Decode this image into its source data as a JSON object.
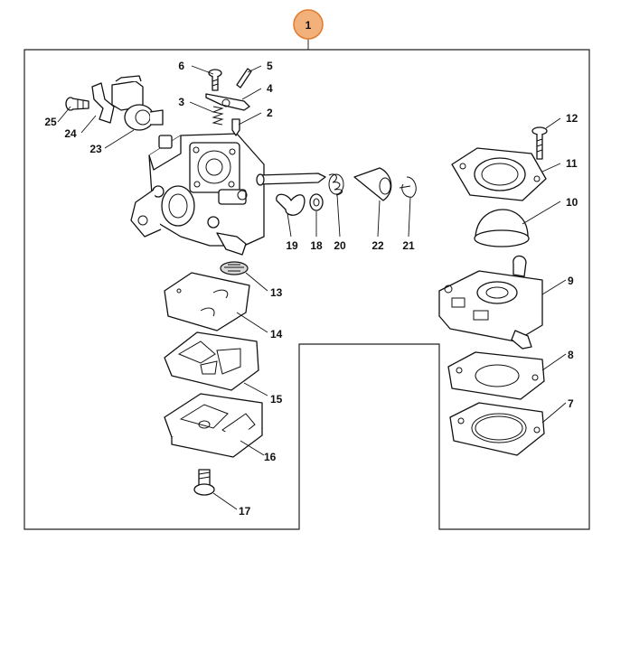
{
  "assembly": {
    "badge_label": "1",
    "badge_color": "#f2b07a",
    "badge_border": "#e07b2d"
  },
  "callouts": [
    {
      "id": "p6",
      "label": "6"
    },
    {
      "id": "p5",
      "label": "5"
    },
    {
      "id": "p4",
      "label": "4"
    },
    {
      "id": "p3",
      "label": "3"
    },
    {
      "id": "p2",
      "label": "2"
    },
    {
      "id": "p25",
      "label": "25"
    },
    {
      "id": "p24",
      "label": "24"
    },
    {
      "id": "p23",
      "label": "23"
    },
    {
      "id": "p12",
      "label": "12"
    },
    {
      "id": "p11",
      "label": "11"
    },
    {
      "id": "p10",
      "label": "10"
    },
    {
      "id": "p19",
      "label": "19"
    },
    {
      "id": "p18",
      "label": "18"
    },
    {
      "id": "p20",
      "label": "20"
    },
    {
      "id": "p22",
      "label": "22"
    },
    {
      "id": "p21",
      "label": "21"
    },
    {
      "id": "p13",
      "label": "13"
    },
    {
      "id": "p9",
      "label": "9"
    },
    {
      "id": "p14",
      "label": "14"
    },
    {
      "id": "p8",
      "label": "8"
    },
    {
      "id": "p15",
      "label": "15"
    },
    {
      "id": "p7",
      "label": "7"
    },
    {
      "id": "p16",
      "label": "16"
    },
    {
      "id": "p17",
      "label": "17"
    }
  ]
}
